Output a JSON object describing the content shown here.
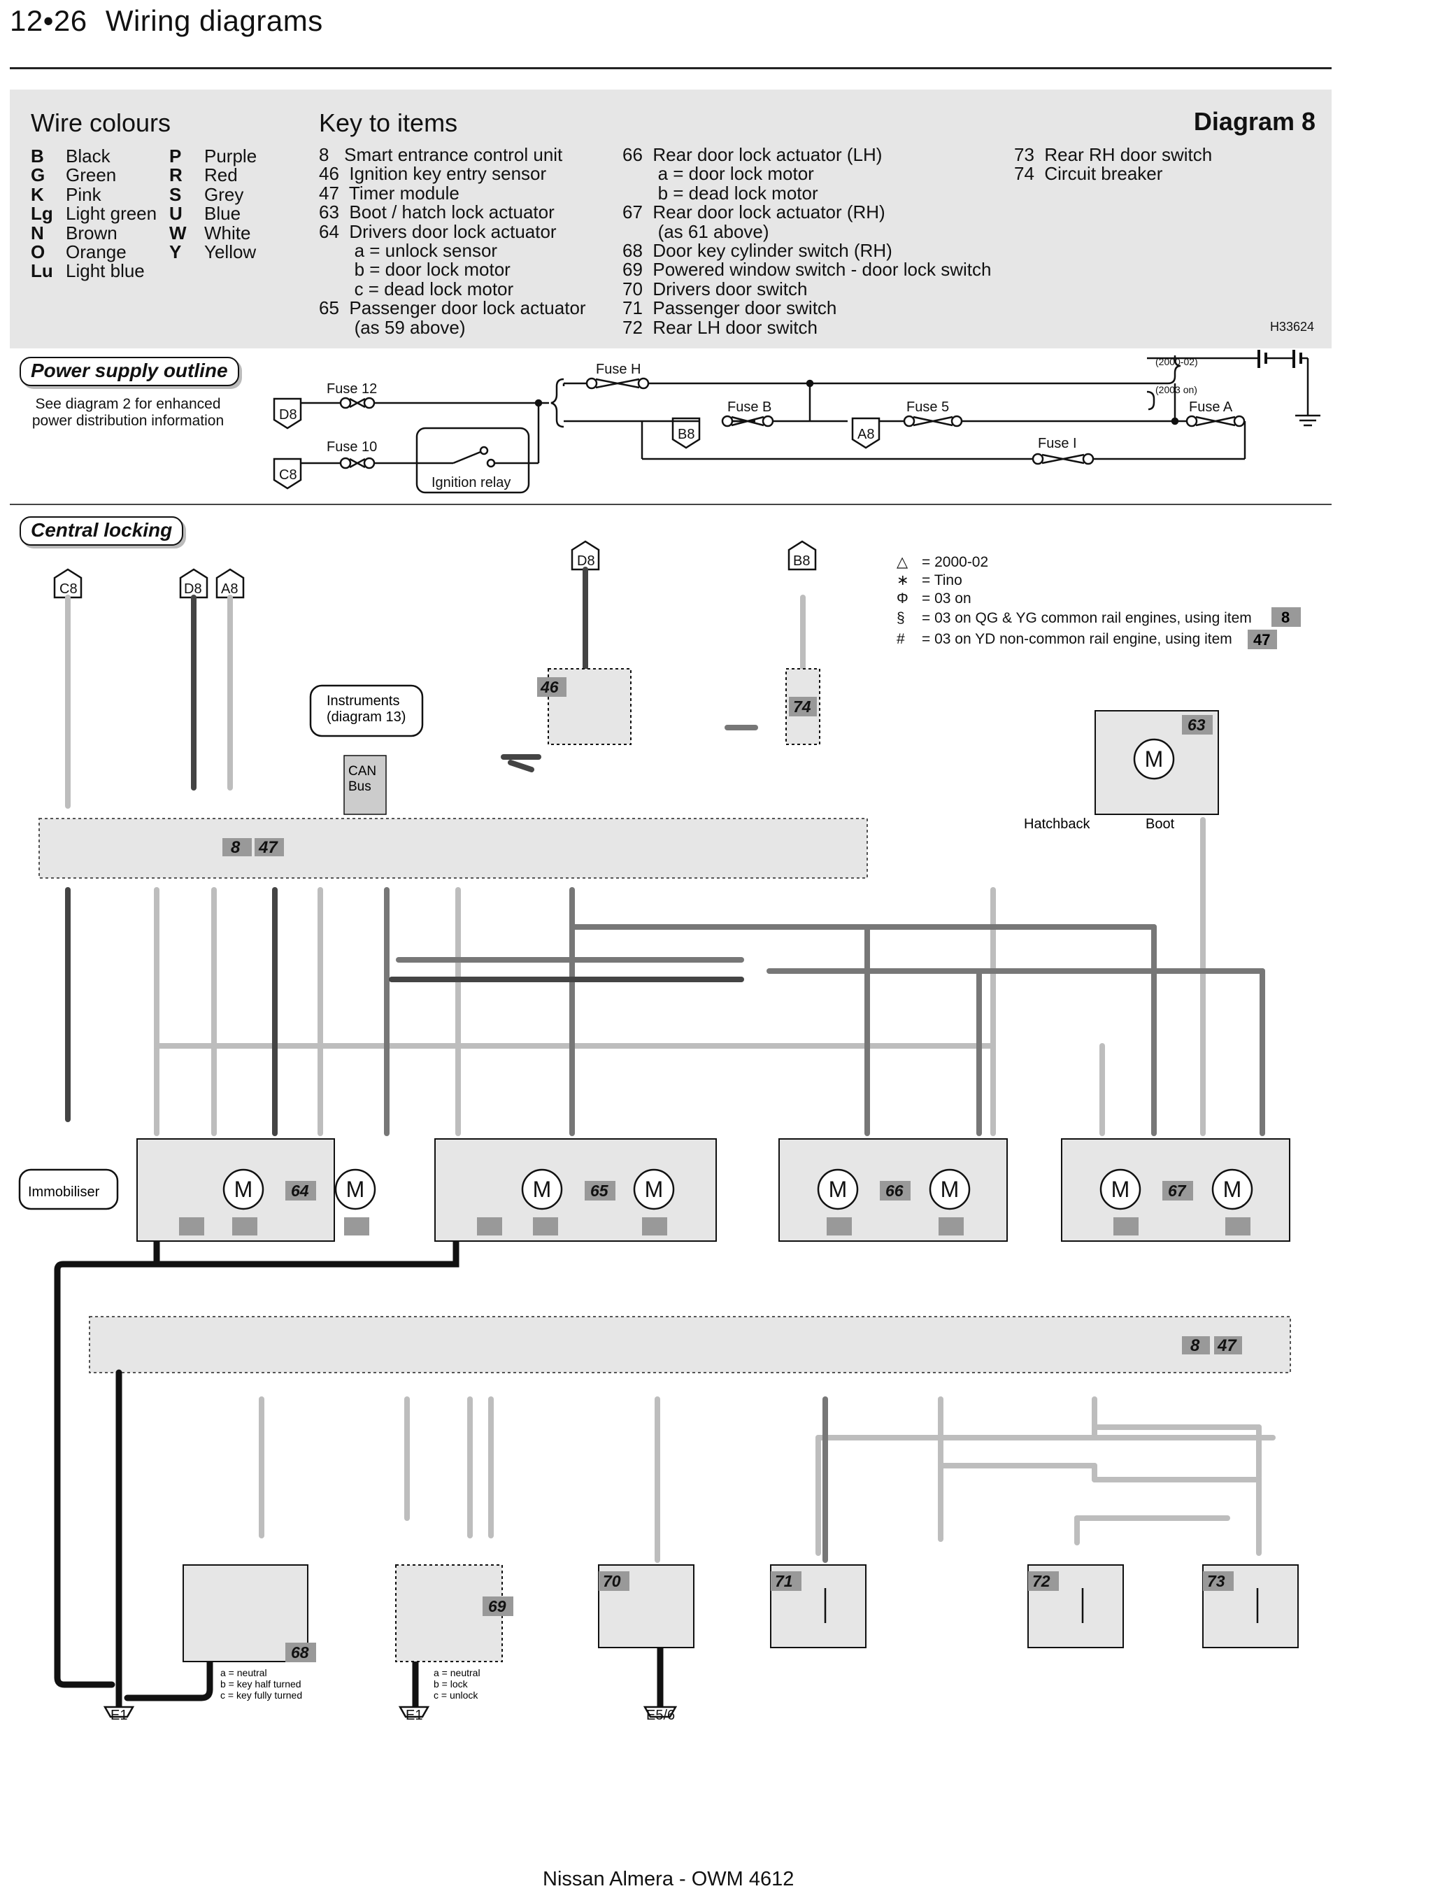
{
  "header": {
    "page_number": "12•26",
    "title": "Wiring diagrams"
  },
  "wire_colours": {
    "title": "Wire colours",
    "left": [
      {
        "code": "B",
        "name": "Black"
      },
      {
        "code": "G",
        "name": "Green"
      },
      {
        "code": "K",
        "name": "Pink"
      },
      {
        "code": "Lg",
        "name": "Light green"
      },
      {
        "code": "N",
        "name": "Brown"
      },
      {
        "code": "O",
        "name": "Orange"
      },
      {
        "code": "Lu",
        "name": "Light blue"
      }
    ],
    "right": [
      {
        "code": "P",
        "name": "Purple"
      },
      {
        "code": "R",
        "name": "Red"
      },
      {
        "code": "S",
        "name": "Grey"
      },
      {
        "code": "U",
        "name": "Blue"
      },
      {
        "code": "W",
        "name": "White"
      },
      {
        "code": "Y",
        "name": "Yellow"
      }
    ]
  },
  "key": {
    "title": "Key to items",
    "diagram_label": "Diagram 8",
    "ref_code": "H33624",
    "col1": [
      "8   Smart entrance control unit",
      "46  Ignition key entry sensor",
      "47  Timer module",
      "63  Boot / hatch lock actuator",
      "64  Drivers door lock actuator",
      "       a = unlock sensor",
      "       b = door lock motor",
      "       c = dead lock motor",
      "65  Passenger door lock actuator",
      "       (as 59 above)"
    ],
    "col2": [
      "66  Rear door lock actuator (LH)",
      "       a = door lock motor",
      "       b = dead lock motor",
      "67  Rear door lock actuator (RH)",
      "       (as 61 above)",
      "68  Door key cylinder switch (RH)",
      "69  Powered window switch - door lock switch",
      "70  Drivers door switch",
      "71  Passenger door switch",
      "72  Rear LH door switch"
    ],
    "col3": [
      "73  Rear RH door switch",
      "74  Circuit breaker"
    ]
  },
  "power_supply": {
    "title": "Power supply outline",
    "note": "See diagram 2 for enhanced\npower distribution information",
    "labels": {
      "fuse12": "Fuse 12",
      "fuse10": "Fuse 10",
      "fuseH": "Fuse H",
      "fuseB": "Fuse B",
      "fuse5": "Fuse 5",
      "fuseA": "Fuse A",
      "fuseI": "Fuse I",
      "relay": "Ignition relay",
      "y2000": "(2000-02)",
      "y2003": "(2003 on)",
      "D8": "D8",
      "C8": "C8",
      "B8": "B8",
      "A8": "A8"
    }
  },
  "central_locking": {
    "title": "Central locking",
    "legend": [
      {
        "sym": "△",
        "text": "= 2000-02"
      },
      {
        "sym": "∗",
        "text": "= Tino"
      },
      {
        "sym": "Φ",
        "text": "= 03 on"
      },
      {
        "sym": "§",
        "text": "= 03 on QG & YG common rail engines, using item",
        "item": "8"
      },
      {
        "sym": "#",
        "text": "= 03 on YD non-common rail engine, using item",
        "item": "47"
      }
    ],
    "connectors": {
      "C8": "C8",
      "D8": "D8",
      "A8": "A8",
      "B8": "B8"
    },
    "instruments": "Instruments\n(diagram 13)",
    "can_bus": "CAN\nBus",
    "module_items": [
      "8",
      "47"
    ],
    "items": {
      "i46": "46",
      "i74": "74",
      "i63": "63",
      "i64": "64",
      "i65": "65",
      "i66": "66",
      "i67": "67",
      "i68": "68",
      "i69": "69",
      "i70": "70",
      "i71": "71",
      "i72": "72",
      "i73": "73"
    },
    "immobiliser": "Immobiliser",
    "hatchback": "Hatchback",
    "boot": "Boot",
    "grounds": {
      "E1": "E1",
      "E56": "E5/6"
    },
    "switch68_note": "a = neutral\nb = key half turned\nc = key fully turned",
    "switch69_note": "a = neutral\nb = lock\nc = unlock"
  },
  "footer": "Nissan Almera - OWM 4612"
}
